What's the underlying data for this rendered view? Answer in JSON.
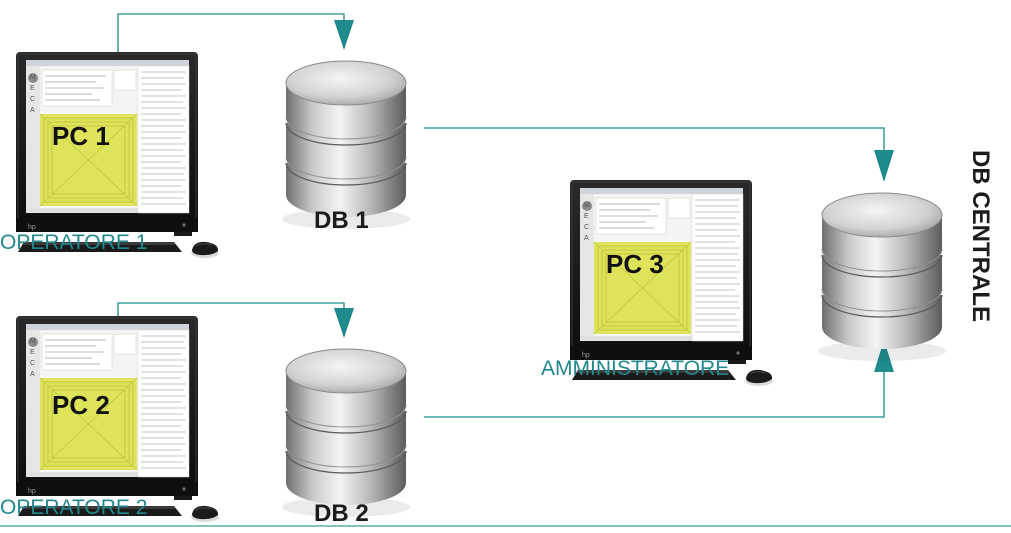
{
  "nodes": {
    "pc1": {
      "screen_label": "PC 1",
      "caption": "OPERATORE 1"
    },
    "pc2": {
      "screen_label": "PC 2",
      "caption": "OPERATORE 2"
    },
    "pc3": {
      "screen_label": "PC 3",
      "caption": "AMMINISTRATORE"
    },
    "db1": {
      "caption": "DB 1"
    },
    "db2": {
      "caption": "DB 2"
    },
    "db_central": {
      "caption": "DB CENTRALE"
    }
  },
  "screen_sidebar_letters": [
    "M",
    "E",
    "C",
    "A"
  ],
  "edges": [
    {
      "from": "PC 1",
      "to": "DB 1"
    },
    {
      "from": "PC 2",
      "to": "DB 2"
    },
    {
      "from": "DB 1",
      "to": "DB CENTRALE"
    },
    {
      "from": "DB 2",
      "to": "DB CENTRALE"
    }
  ],
  "colors": {
    "connector": "#1e8c8c",
    "operator_text": "#21888d",
    "label_text": "#1c1c1c",
    "pc_screen_panel": "#dde45a",
    "database_metal": "#c8c8c8"
  }
}
